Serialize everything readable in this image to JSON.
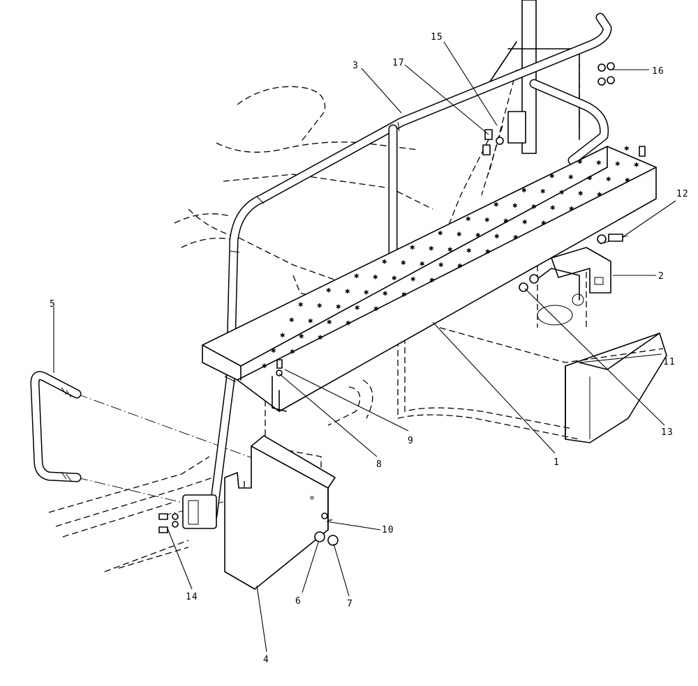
{
  "drawing": {
    "description_labels": [],
    "callouts": [
      {
        "id": "c1",
        "label": "1"
      },
      {
        "id": "c2",
        "label": "2"
      },
      {
        "id": "c3",
        "label": "3"
      },
      {
        "id": "c4",
        "label": "4"
      },
      {
        "id": "c5",
        "label": "5"
      },
      {
        "id": "c6",
        "label": "6"
      },
      {
        "id": "c7",
        "label": "7"
      },
      {
        "id": "c8",
        "label": "8"
      },
      {
        "id": "c9",
        "label": "9"
      },
      {
        "id": "c10",
        "label": "10"
      },
      {
        "id": "c11",
        "label": "11"
      },
      {
        "id": "c12",
        "label": "12"
      },
      {
        "id": "c13",
        "label": "13"
      },
      {
        "id": "c14",
        "label": "14"
      },
      {
        "id": "c15",
        "label": "15"
      },
      {
        "id": "c16",
        "label": "16"
      },
      {
        "id": "c17",
        "label": "17"
      }
    ]
  }
}
